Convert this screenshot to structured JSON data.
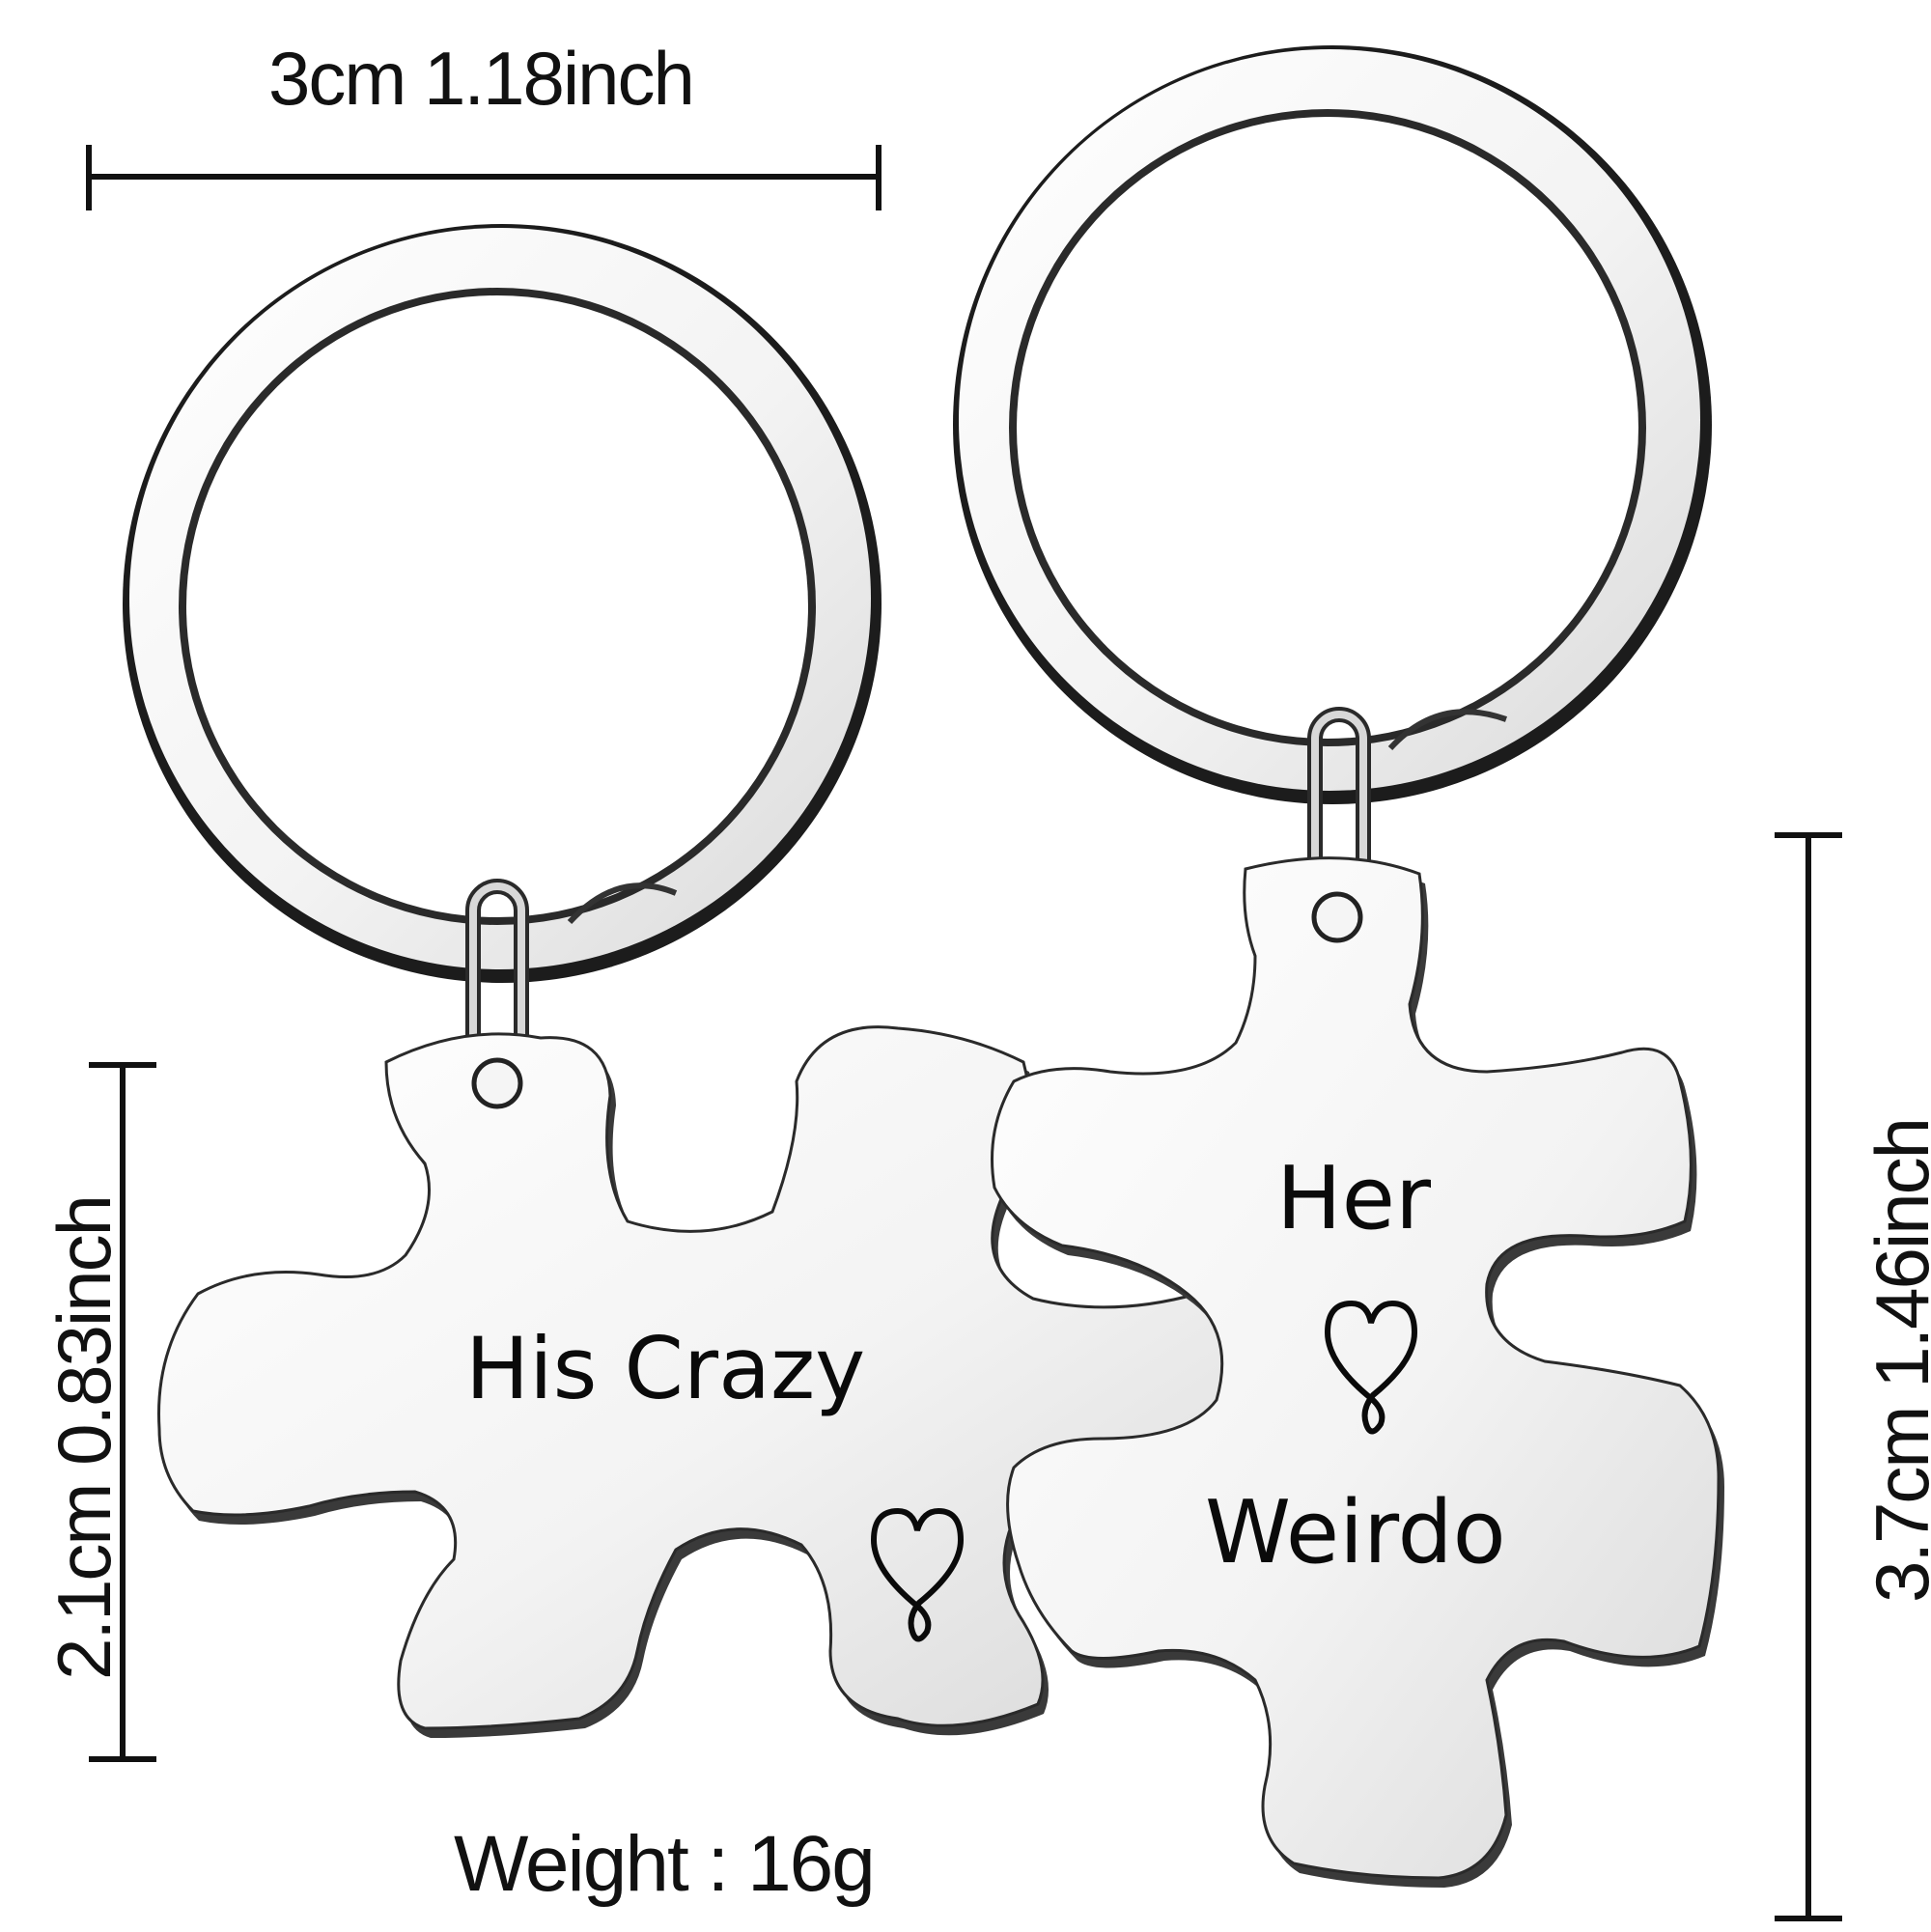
{
  "dimensions": {
    "width_label": "3cm 1.18inch",
    "left_height_label": "2.1cm 0.83inch",
    "right_height_label": "3.7cm 1.46inch",
    "weight_label": "Weight : 16g"
  },
  "left_tag": {
    "text": "His Crazy",
    "heart_icon": "heart-icon"
  },
  "right_tag": {
    "line1": "Her",
    "line2": "Weirdo",
    "heart_icon": "heart-icon"
  },
  "colors": {
    "metal_light": "#f4f4f4",
    "metal_shadow": "#3a3a3a",
    "ring_dark": "#1e1e1e",
    "text": "#111111"
  }
}
